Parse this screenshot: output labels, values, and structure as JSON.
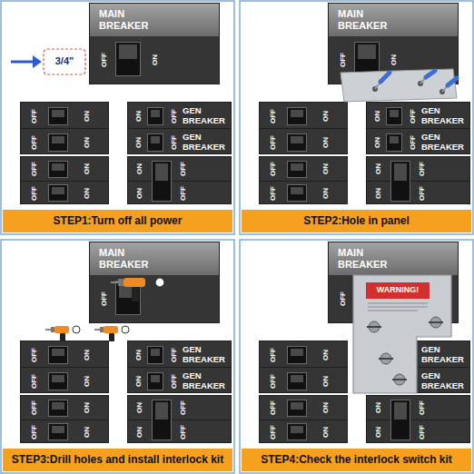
{
  "diagram": {
    "nodes": [
      {
        "text": [
          "MAIN BREAKER",
          "OFF",
          "ON"
        ]
      },
      {
        "text": [
          "OFF",
          "ON",
          "OFF",
          "ON"
        ]
      },
      {
        "text": [
          "ON",
          "OFF",
          "GEN BREAKER",
          "ON",
          "OFF",
          "GEN BREAKER"
        ]
      },
      {
        "text": [
          "OFF",
          "ON",
          "OFF",
          "ON"
        ]
      },
      {
        "text": [
          "ON",
          "OFF",
          "ON",
          "OFF"
        ]
      },
      {
        "text": [
          "STEP1:Turn off all power"
        ]
      },
      {
        "text": [
          "MAIN BREAKER",
          "OFF",
          "ON"
        ]
      },
      {
        "text": [
          "OFF",
          "ON",
          "OFF",
          "ON"
        ]
      },
      {
        "text": [
          "ON",
          "OFF",
          "GEN BREAKER",
          "ON",
          "OFF",
          "GEN BREAKER"
        ]
      },
      {
        "text": [
          "OFF",
          "ON",
          "OFF",
          "ON"
        ]
      },
      {
        "text": [
          "ON",
          "OFF",
          "ON",
          "OFF"
        ]
      },
      {
        "text": [
          "STEP2:Hole in panel"
        ]
      },
      {
        "text": [
          "MAIN BREAKER",
          "OFF"
        ]
      },
      {
        "text": [
          "OFF",
          "ON",
          "OFF",
          "ON"
        ]
      },
      {
        "text": [
          "ON",
          "OFF",
          "GEN BREAKER",
          "ON",
          "OFF",
          "GEN BREAKER"
        ]
      },
      {
        "text": [
          "OFF",
          "ON",
          "OFF",
          "ON"
        ]
      },
      {
        "text": [
          "ON",
          "OFF",
          "ON",
          "OFF"
        ]
      },
      {
        "text": [
          "STEP3:Drill holes and install interlock kit"
        ]
      },
      {
        "text": [
          "MAIN BREAKER",
          "OFF"
        ]
      },
      {
        "text": [
          "OFF",
          "ON",
          "OFF",
          "ON"
        ]
      },
      {
        "text": [
          "GEN BREAKER",
          "GEN BREAKER"
        ]
      },
      {
        "text": [
          "OFF",
          "ON",
          "OFF",
          "ON"
        ]
      },
      {
        "text": [
          "ON",
          "OFF",
          "ON",
          "OFF"
        ]
      },
      {
        "text": [
          "STEP4:Check the interlock switch kit"
        ]
      }
    ],
    "labels": [
      "3/4\"",
      "WARNING!"
    ]
  }
}
